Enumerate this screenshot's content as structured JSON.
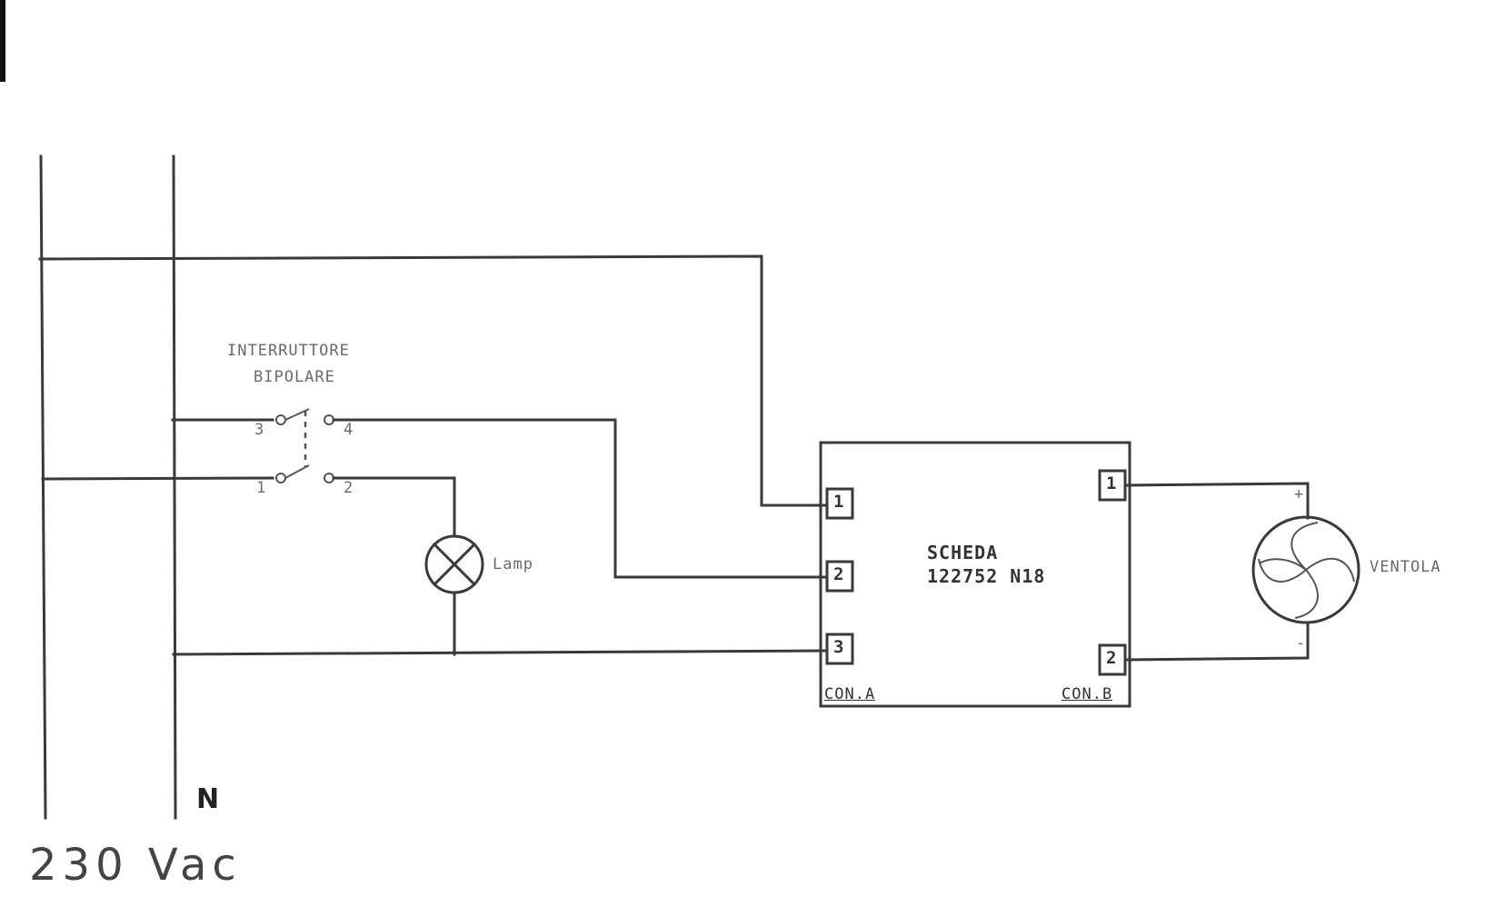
{
  "switch": {
    "title_line1": "INTERRUTTORE",
    "title_line2": "BIPOLARE",
    "terminals": [
      "3",
      "4",
      "1",
      "2"
    ]
  },
  "lamp": {
    "label": "Lamp"
  },
  "board": {
    "name": "SCHEDA",
    "code": "122752 N18",
    "con_a": {
      "label": "CON.A",
      "pins": [
        "1",
        "2",
        "3"
      ]
    },
    "con_b": {
      "label": "CON.B",
      "pins": [
        "1",
        "2"
      ]
    }
  },
  "fan": {
    "label": "VENTOLA",
    "plus": "+",
    "minus": "-"
  },
  "supply": {
    "neutral": "N",
    "voltage": "230 Vac"
  }
}
